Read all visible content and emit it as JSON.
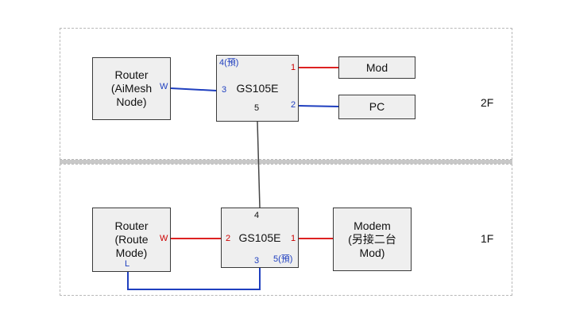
{
  "floors": {
    "upper": {
      "label": "2F"
    },
    "lower": {
      "label": "1F"
    }
  },
  "devices": {
    "router_2f": {
      "label": "Router\n(AiMesh\nNode)",
      "port": "W"
    },
    "switch_2f": {
      "label": "GS105E",
      "ports": {
        "p1": "1",
        "p2": "2",
        "p3": "3",
        "p4": "4(預)",
        "p5": "5"
      }
    },
    "mod_2f": {
      "label": "Mod"
    },
    "pc_2f": {
      "label": "PC"
    },
    "router_1f": {
      "label": "Router\n(Route\nMode)",
      "port_w": "W",
      "port_l": "L"
    },
    "switch_1f": {
      "label": "GS105E",
      "ports": {
        "p1": "1",
        "p2": "2",
        "p3": "3",
        "p4": "4",
        "p5": "5(預)"
      }
    },
    "modem_1f": {
      "label": "Modem\n(另接二台\nMod)"
    }
  },
  "colors": {
    "red_link": "#dd2222",
    "blue_link": "#1f3fbf",
    "gray_link": "#444444"
  }
}
